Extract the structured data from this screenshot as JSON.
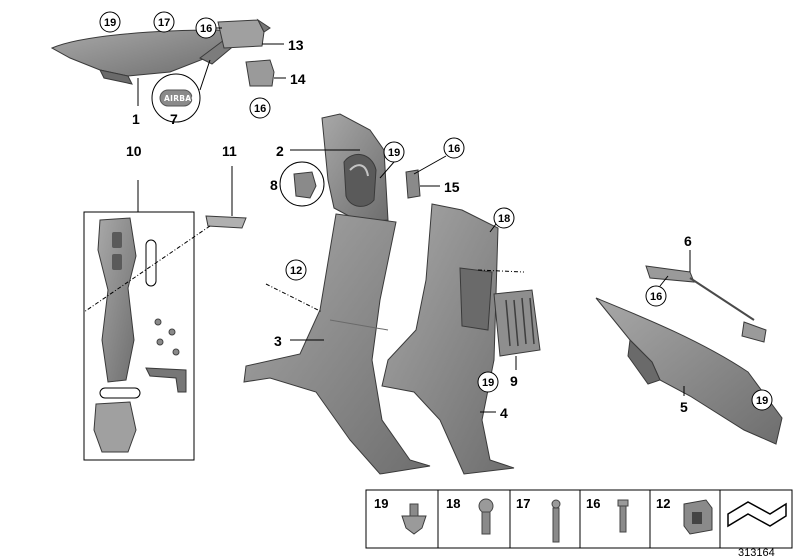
{
  "diagram": {
    "callouts": {
      "c1": "1",
      "c2": "2",
      "c3": "3",
      "c4": "4",
      "c5": "5",
      "c6": "6",
      "c7": "7",
      "c8": "8",
      "c9": "9",
      "c10": "10",
      "c11": "11",
      "c13": "13",
      "c14": "14",
      "c15": "15"
    },
    "circled": {
      "b19_top": "19",
      "b17_top": "17",
      "b16_top": "16",
      "b16_mid": "16",
      "b19_pillar": "19",
      "b16_right": "16",
      "b18": "18",
      "b12": "12",
      "b16_rail": "16",
      "b19_bottom": "19",
      "b19_right": "19"
    },
    "airbag_text": "AIRBAG",
    "legend": [
      "19",
      "18",
      "17",
      "16",
      "12"
    ],
    "reference_number": "313164"
  },
  "colors": {
    "part_fill": "#8c8c8c",
    "part_dark": "#5e5e5e",
    "part_light": "#b4b4b4"
  }
}
